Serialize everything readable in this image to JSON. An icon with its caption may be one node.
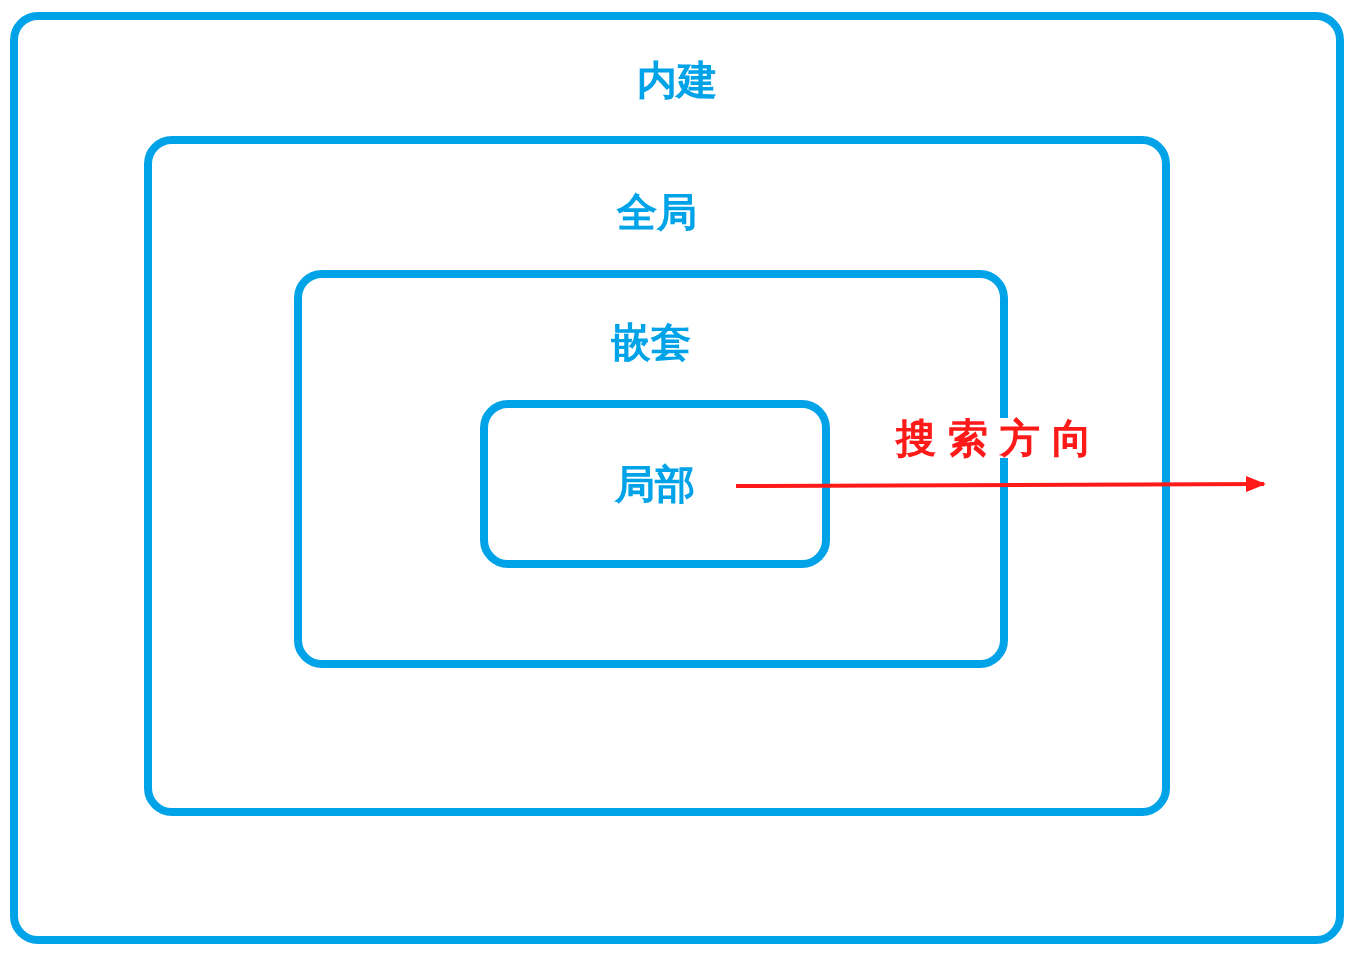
{
  "diagram": {
    "nodes": [
      {
        "text": [
          "内建"
        ]
      },
      {
        "text": [
          "全局"
        ],
        "in": 0
      },
      {
        "text": [
          "嵌套"
        ],
        "in": 1
      },
      {
        "text": [
          "局部"
        ],
        "in": 2
      }
    ],
    "labels": [
      "搜索方向"
    ]
  }
}
